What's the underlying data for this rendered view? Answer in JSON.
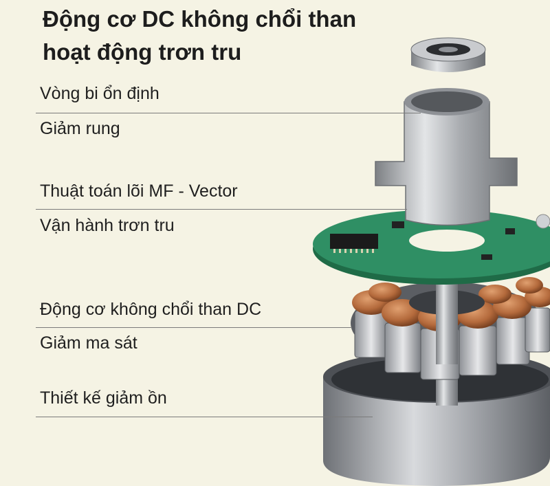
{
  "title": {
    "line1": "Động cơ DC không chổi than",
    "line2": "hoạt động trơn tru"
  },
  "features": [
    {
      "label": "Vòng bi ổn định",
      "sub": "Giảm rung"
    },
    {
      "label": "Thuật toán lõi MF - Vector",
      "sub": "Vận hành trơn tru"
    },
    {
      "label": "Động cơ không chổi than DC",
      "sub": "Giảm ma sát"
    },
    {
      "label": "Thiết kế giảm ồn"
    }
  ],
  "colors": {
    "background": "#f5f3e4",
    "text": "#1f1f1f",
    "leader": "#7a7a7a",
    "pcb": "#2f8f64",
    "copper": "#b46a3c",
    "metal": "#b9bcc0"
  }
}
